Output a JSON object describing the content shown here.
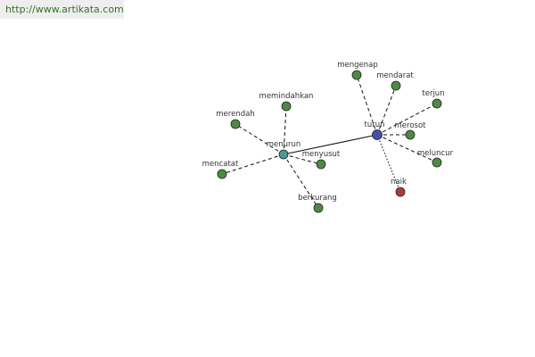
{
  "header": {
    "site_url": "http://www.artikata.com"
  },
  "graph": {
    "nodes": [
      {
        "id": "turun",
        "label": "turun",
        "kind": "center"
      },
      {
        "id": "menurun",
        "label": "menurun",
        "kind": "hub"
      },
      {
        "id": "naik",
        "label": "naik",
        "kind": "antonym"
      },
      {
        "id": "mengenap",
        "label": "mengenap",
        "kind": "synonym"
      },
      {
        "id": "mendarat",
        "label": "mendarat",
        "kind": "synonym"
      },
      {
        "id": "terjun",
        "label": "terjun",
        "kind": "synonym"
      },
      {
        "id": "merosot",
        "label": "merosot",
        "kind": "synonym"
      },
      {
        "id": "meluncur",
        "label": "meluncur",
        "kind": "synonym"
      },
      {
        "id": "memindahkan",
        "label": "memindahkan",
        "kind": "synonym"
      },
      {
        "id": "merendah",
        "label": "merendah",
        "kind": "synonym"
      },
      {
        "id": "mencatat",
        "label": "mencatat",
        "kind": "synonym"
      },
      {
        "id": "menyusut",
        "label": "menyusut",
        "kind": "synonym"
      },
      {
        "id": "berkurang",
        "label": "berkurang",
        "kind": "synonym"
      }
    ],
    "edges": [
      {
        "from": "turun",
        "to": "menurun",
        "style": "solid"
      },
      {
        "from": "turun",
        "to": "mengenap",
        "style": "dashed"
      },
      {
        "from": "turun",
        "to": "mendarat",
        "style": "dashed"
      },
      {
        "from": "turun",
        "to": "terjun",
        "style": "dashed"
      },
      {
        "from": "turun",
        "to": "merosot",
        "style": "dashed"
      },
      {
        "from": "turun",
        "to": "meluncur",
        "style": "dashed"
      },
      {
        "from": "turun",
        "to": "naik",
        "style": "dotted"
      },
      {
        "from": "menurun",
        "to": "memindahkan",
        "style": "dashed"
      },
      {
        "from": "menurun",
        "to": "merendah",
        "style": "dashed"
      },
      {
        "from": "menurun",
        "to": "mencatat",
        "style": "dashed"
      },
      {
        "from": "menurun",
        "to": "menyusut",
        "style": "dashed"
      },
      {
        "from": "menurun",
        "to": "berkurang",
        "style": "dashed"
      }
    ],
    "colors": {
      "center": "#4a4fa8",
      "hub": "#4a9a96",
      "synonym": "#4e8a44",
      "antonym": "#b03a3a"
    }
  }
}
